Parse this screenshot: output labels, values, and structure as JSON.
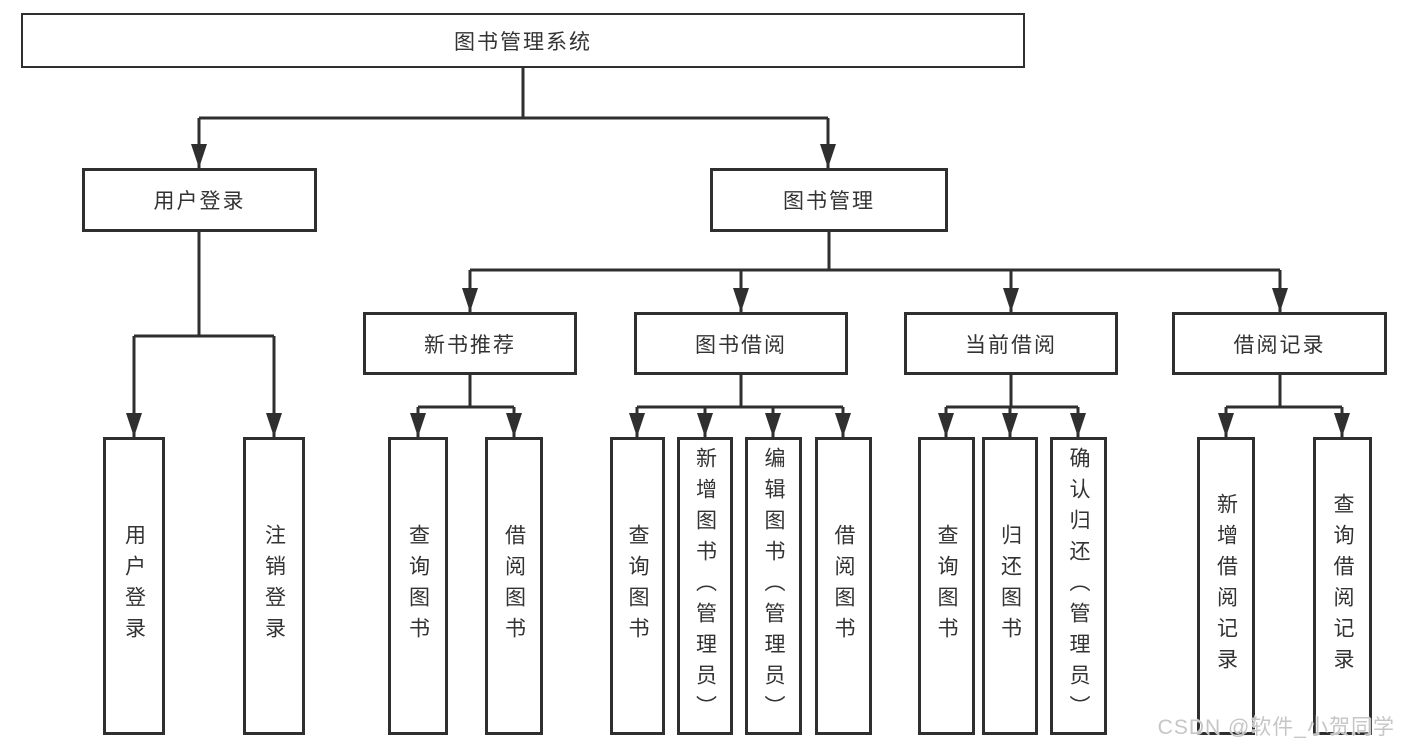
{
  "tree": {
    "label": "图书管理系统",
    "children": [
      {
        "label": "用户登录",
        "children": [
          {
            "label": "用户登录"
          },
          {
            "label": "注销登录"
          }
        ]
      },
      {
        "label": "图书管理",
        "children": [
          {
            "label": "新书推荐",
            "children": [
              {
                "label": "查询图书"
              },
              {
                "label": "借阅图书"
              }
            ]
          },
          {
            "label": "图书借阅",
            "children": [
              {
                "label": "查询图书"
              },
              {
                "label": "新增图书（管理员）"
              },
              {
                "label": "编辑图书（管理员）"
              },
              {
                "label": "借阅图书"
              }
            ]
          },
          {
            "label": "当前借阅",
            "children": [
              {
                "label": "查询图书"
              },
              {
                "label": "归还图书"
              },
              {
                "label": "确认归还（管理员）"
              }
            ]
          },
          {
            "label": "借阅记录",
            "children": [
              {
                "label": "新增借阅记录"
              },
              {
                "label": "查询借阅记录"
              }
            ]
          }
        ]
      }
    ]
  },
  "watermark": {
    "text": "CSDN @软件_小贺同学"
  },
  "colors": {
    "line": "#2f2f2f",
    "text": "#333333",
    "watermark": "#c6c6c6",
    "background": "#ffffff"
  }
}
